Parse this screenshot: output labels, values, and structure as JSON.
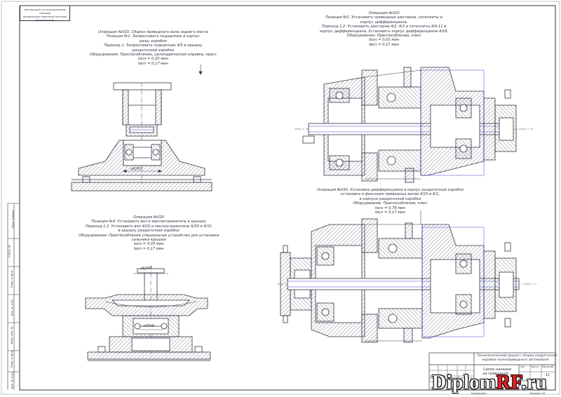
{
  "sheet": {
    "top_corner": [
      "инструкция по эксплуатации газовой",
      "аппаратуры нарезной системы (вентиляции)"
    ],
    "side_labels": [
      "Инв. № подл.",
      "Подп. и дата",
      "Взам. инв. №",
      "Инв. № дубл.",
      "Подп. и дата",
      "Справ. №",
      "Перв. примен."
    ]
  },
  "operations": {
    "op010": {
      "lines": [
        "Операция №010. Сборка приводного вала заднего моста",
        "Позиция №1. Запрессовать подшипник в корпус",
        "разд. коробки",
        "Переход 1. Запрессовать подшипник 4/5 в крышку",
        "раздаточной коробки",
        "Оборудование: Приспособление, цилиндрическая оправка, пресс",
        "tосн = 0,20 мин",
        "tвсп = 0,17 мин"
      ],
      "dimension": "⌀62H7"
    },
    "op020_left": {
      "lines": [
        "Операция №020",
        "Позиция №4. Установить вал и маслоотражатель в крышку",
        "Переход 1,2. Установить вал 4/20 и маслоотражатель 6/30 и 6/31",
        "в крышку раздаточной коробки",
        "Оборудование: Приспособление специальное устройство для установки",
        "сальника крышки",
        "tосн = 0,05 мин",
        "tвсп = 0,17 мин"
      ],
      "dimension_top": "⌀62H7",
      "dimension_inner": "⌀30k6"
    },
    "op020_right": {
      "lines": [
        "Операция №020",
        "Позиция №5. Установить приводные шестерни, сателлиты и",
        "корпус дифференциала.",
        "Переход 1,2. Установить шестерни 4/2, 4/3 и сателлиты 4/4-11 в",
        "корпус дифференциала. Установить корпус дифференциала 4/16.",
        "Оборудование: Приспособление, ключ",
        "tосн = 0,05 мин",
        "tвсп = 0,17 мин"
      ]
    },
    "op030": {
      "lines": [
        "Операция №030. Установка дифференциала в корпус раздаточной коробки",
        "установка и фиксация приводных валов 4/20 и 6/1,",
        "в корпусе раздаточной коробки",
        "Оборудование: Приспособление, ключ",
        "tосн = 0,78 мин",
        "tвсп = 0,17 мин"
      ]
    }
  },
  "title_block": {
    "doc_title": [
      "Технологический процесс сборки раздаточной",
      "коробки полноприводного автомобиля"
    ],
    "drawing_name": [
      "Схема наладки",
      "на приводной..."
    ],
    "sheet_label": "Лист",
    "sheets_label": "Листов",
    "sheet_number": "11",
    "copied": "Копировал",
    "format": "Формат  А1",
    "cols": [
      "Изм.",
      "Лист",
      "№ докум.",
      "Подп.",
      "Дата"
    ],
    "lit": "Лит.",
    "mass": "Масса",
    "scale": "Масштаб"
  },
  "watermark": {
    "main": "Diplom",
    "accent": "RF",
    "tld": ".ru"
  },
  "colors": {
    "ink": "#334",
    "blue_line": "#3a3ad8",
    "hatch": "#55556a"
  }
}
